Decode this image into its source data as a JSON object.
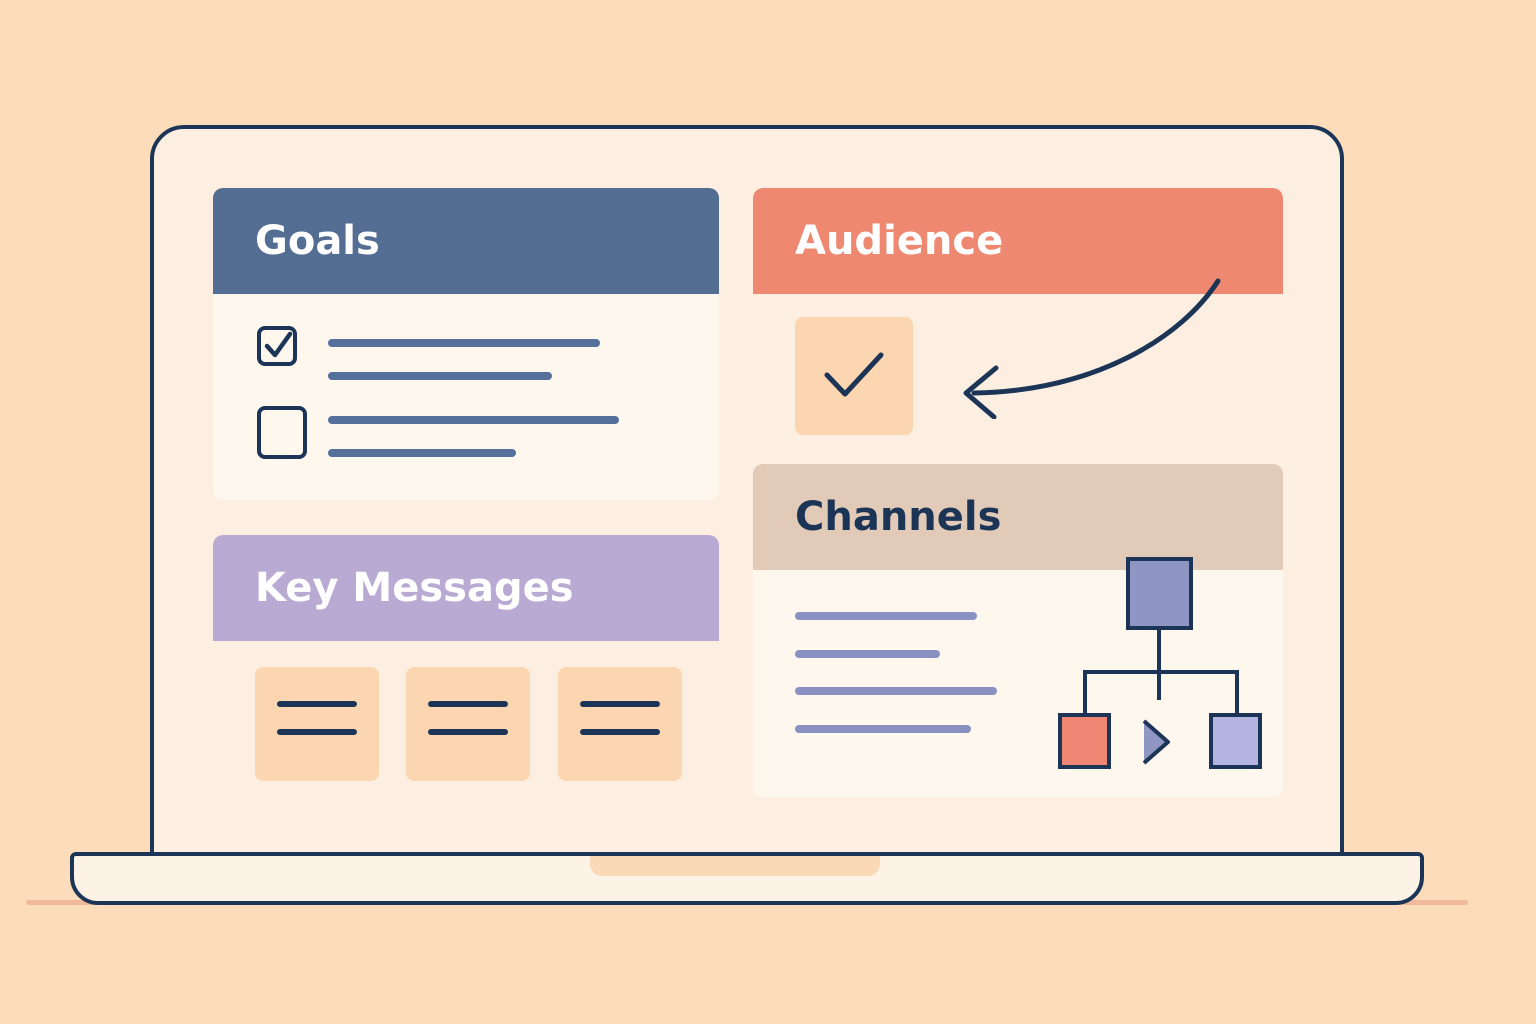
{
  "cards": {
    "goals": {
      "title": "Goals",
      "color": "#546d92"
    },
    "audience": {
      "title": "Audience",
      "color": "#ee8870"
    },
    "key_messages": {
      "title": "Key Messages",
      "color": "#b9aad3"
    },
    "channels": {
      "title": "Channels",
      "color": "#e2cab8"
    }
  },
  "colors": {
    "background": "#fcdcbb",
    "outline": "#1c3556",
    "screen": "#fcefe2",
    "tile": "#fcd6b0"
  },
  "icons": {
    "goals_checkbox_1": "checked-checkbox-icon",
    "goals_checkbox_2": "unchecked-checkbox-icon",
    "audience": "checkmark-icon",
    "audience_arrow": "curved-arrow-icon",
    "channels": "hierarchy-diagram-icon",
    "channels_play": "play-icon"
  }
}
